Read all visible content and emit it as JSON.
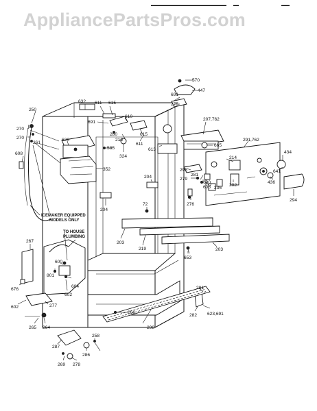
{
  "watermark": "AppliancePartsPros.com",
  "note": {
    "icemaker_line1": "ICEMAKER EQUIPPED",
    "icemaker_line2": "MODELS ONLY",
    "house_line1": "TO HOUSE",
    "house_line2": "PLUMBING"
  },
  "labels": {
    "l570": "570",
    "l447": "447",
    "l691a": "691",
    "l275a": "275",
    "l632": "632",
    "l611a": "611",
    "l615a": "615",
    "l691b": "691",
    "l610": "610",
    "l250": "250",
    "l270a": "270",
    "l270b": "270",
    "l261a": "261",
    "l620": "620",
    "l280": "280",
    "l210": "210",
    "l585": "585",
    "l324": "324",
    "l615b": "615",
    "l611b": "611",
    "l613": "613",
    "l207": "207,762",
    "l665": "665",
    "l291": "291,762",
    "l434": "434",
    "l608": "608",
    "l352": "352",
    "l214": "214",
    "l295": "295",
    "l641": "641",
    "l279": "279",
    "l281a": "281",
    "l236": "236",
    "l202": "202",
    "l436": "436",
    "l204a": "204",
    "l204b": "204",
    "l276": "276",
    "l294": "294",
    "l690": "690",
    "l605": "605",
    "l72": "72",
    "l267": "267",
    "l203a": "203",
    "l219": "219",
    "l203b": "203",
    "l653": "653",
    "l600": "600",
    "l801": "801",
    "l604": "604",
    "l602a": "602",
    "l676": "676",
    "l602b": "602",
    "l277": "277",
    "l281b": "281",
    "l266": "266",
    "l282": "282",
    "l623": "623,691",
    "l265": "265",
    "l264": "264",
    "l298": "298",
    "l287": "287",
    "l258": "258",
    "l286": "286",
    "l269": "269",
    "l278": "278"
  },
  "icons": [
    "refrigerator-cabinet-illustration",
    "icemaker-illustration",
    "control-panel-illustration",
    "toe-grille-illustration"
  ]
}
